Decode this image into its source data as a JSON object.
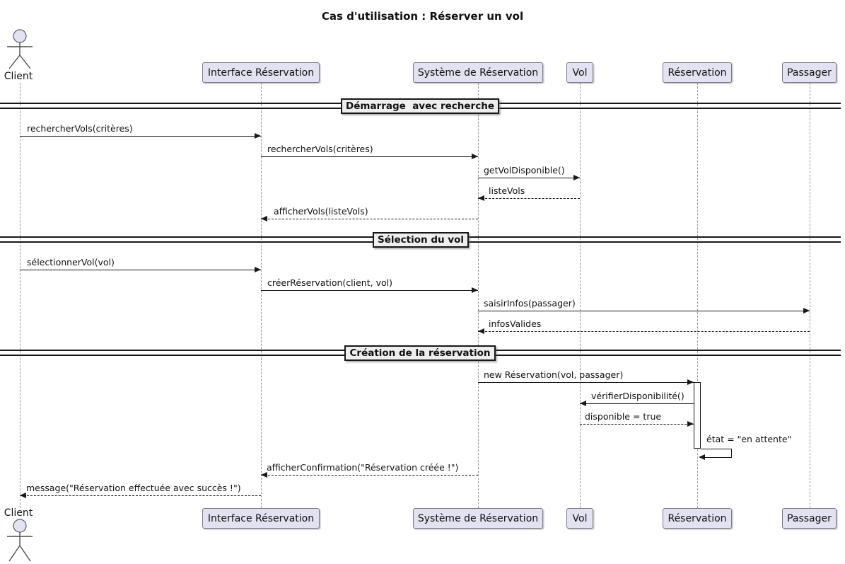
{
  "title": "Cas d'utilisation : Réserver un vol",
  "participants": [
    {
      "name": "Client",
      "type": "actor"
    },
    {
      "name": "Interface Réservation",
      "type": "participant"
    },
    {
      "name": "Système de Réservation",
      "type": "participant"
    },
    {
      "name": "Vol",
      "type": "participant"
    },
    {
      "name": "Réservation",
      "type": "participant"
    },
    {
      "name": "Passager",
      "type": "participant"
    }
  ],
  "dividers": [
    {
      "label": "Démarrage  avec recherche"
    },
    {
      "label": "Sélection du vol"
    },
    {
      "label": "Création de la réservation"
    }
  ],
  "messages": [
    {
      "label": "rechercherVols(critères)",
      "from": "Client",
      "to": "Interface Réservation",
      "line": "solid"
    },
    {
      "label": "rechercherVols(critères)",
      "from": "Interface Réservation",
      "to": "Système de Réservation",
      "line": "solid"
    },
    {
      "label": "getVolDisponible()",
      "from": "Système de Réservation",
      "to": "Vol",
      "line": "solid"
    },
    {
      "label": "listeVols",
      "from": "Vol",
      "to": "Système de Réservation",
      "line": "dashed"
    },
    {
      "label": "afficherVols(listeVols)",
      "from": "Système de Réservation",
      "to": "Interface Réservation",
      "line": "dashed"
    },
    {
      "label": "sélectionnerVol(vol)",
      "from": "Client",
      "to": "Interface Réservation",
      "line": "solid"
    },
    {
      "label": "créerRéservation(client, vol)",
      "from": "Interface Réservation",
      "to": "Système de Réservation",
      "line": "solid"
    },
    {
      "label": "saisirInfos(passager)",
      "from": "Système de Réservation",
      "to": "Passager",
      "line": "solid"
    },
    {
      "label": "infosValides",
      "from": "Passager",
      "to": "Système de Réservation",
      "line": "dashed"
    },
    {
      "label": "new Réservation(vol, passager)",
      "from": "Système de Réservation",
      "to": "Réservation",
      "line": "solid"
    },
    {
      "label": "vérifierDisponibilité()",
      "from": "Réservation",
      "to": "Vol",
      "line": "solid"
    },
    {
      "label": "disponible = true",
      "from": "Vol",
      "to": "Réservation",
      "line": "dashed"
    },
    {
      "label": "état = \"en attente\"",
      "from": "Réservation",
      "to": "Réservation",
      "line": "solid"
    },
    {
      "label": "afficherConfirmation(\"Réservation créée !\")",
      "from": "Système de Réservation",
      "to": "Interface Réservation",
      "line": "dashed"
    },
    {
      "label": "message(\"Réservation effectuée avec succès !\")",
      "from": "Interface Réservation",
      "to": "Client",
      "line": "dashed"
    }
  ],
  "colors": {
    "participant_fill": "#E2E2F0",
    "participant_border": "#7a7a8a",
    "divider_fill": "#EEEEEE",
    "line_color": "#181818",
    "lifeline_color": "#999999"
  }
}
